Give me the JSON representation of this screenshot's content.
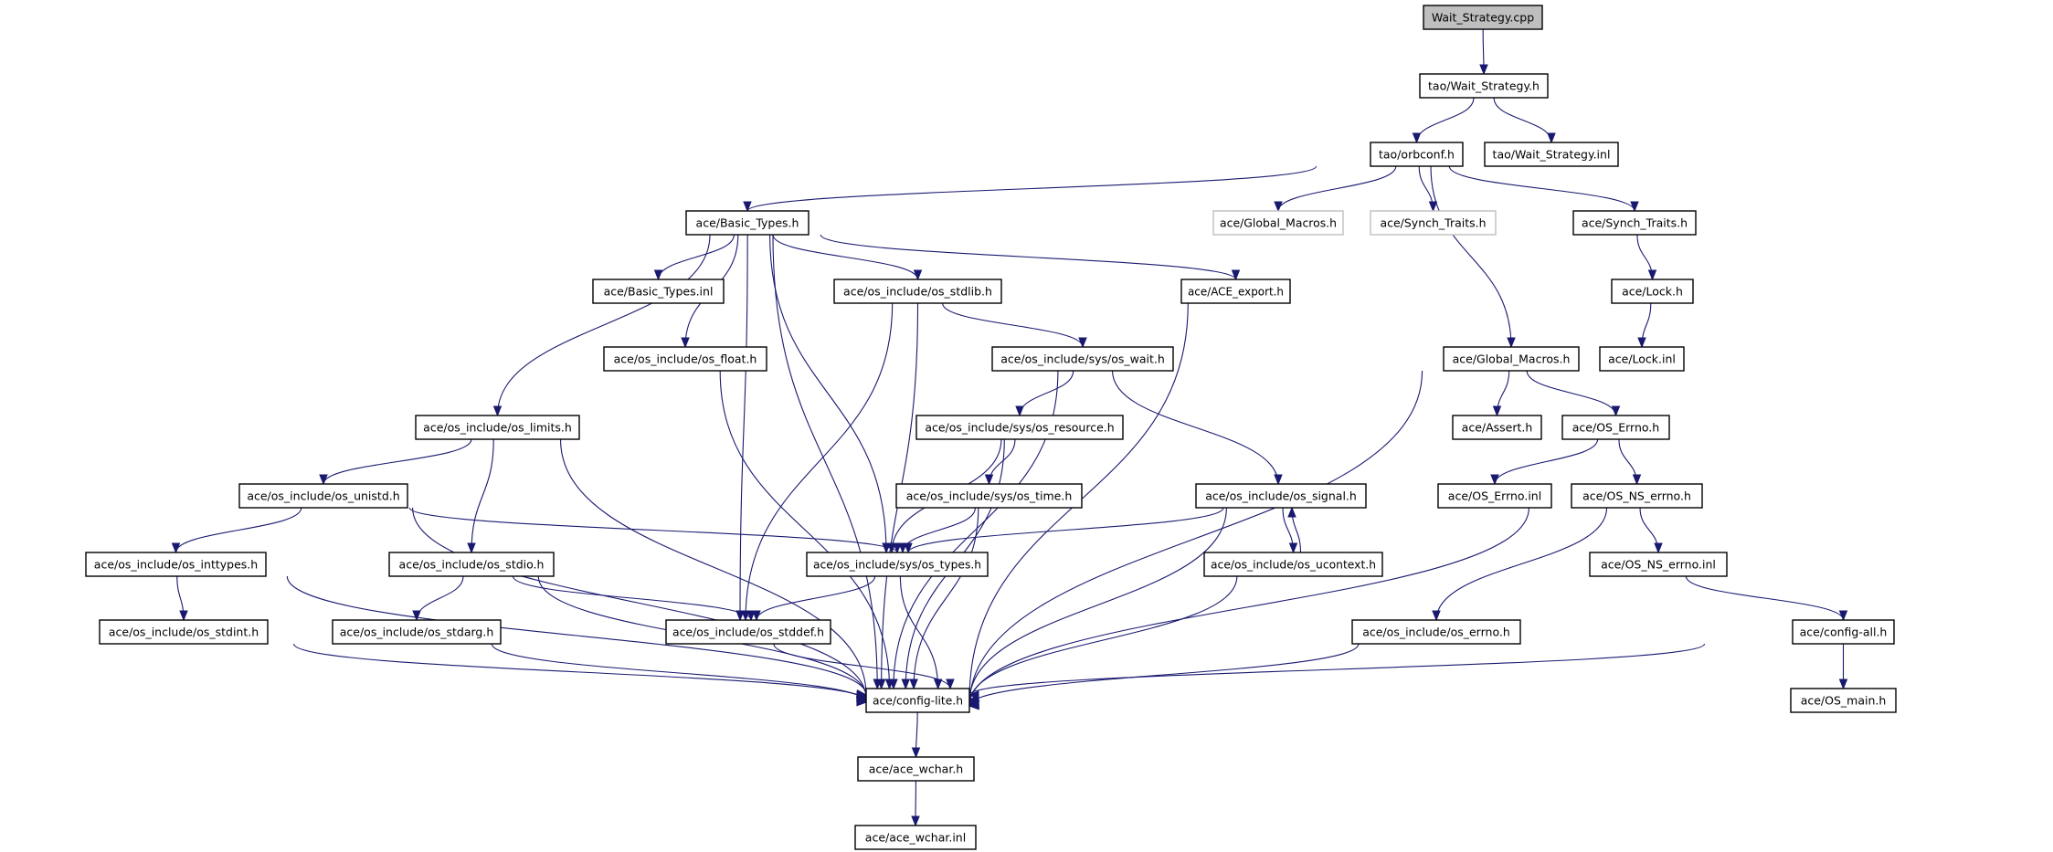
{
  "diagram": {
    "title": "Include dependency graph for Wait_Strategy.cpp",
    "colors": {
      "edge": "#191970",
      "node_border": "#000000",
      "root_fill": "#bfbfbf",
      "external_border": "#bfbfbf",
      "background": "#ffffff"
    },
    "nodes": [
      {
        "id": "n0",
        "label": "Wait_Strategy.cpp",
        "kind": "root"
      },
      {
        "id": "n1",
        "label": "tao/Wait_Strategy.h",
        "kind": "normal"
      },
      {
        "id": "n2",
        "label": "tao/orbconf.h",
        "kind": "normal"
      },
      {
        "id": "n3",
        "label": "tao/Wait_Strategy.inl",
        "kind": "normal"
      },
      {
        "id": "n4",
        "label": "ace/Basic_Types.h",
        "kind": "normal"
      },
      {
        "id": "n5",
        "label": "ace/Global_Macros.h",
        "kind": "external"
      },
      {
        "id": "n6",
        "label": "ace/Synch_Traits.h",
        "kind": "external"
      },
      {
        "id": "n7",
        "label": "ace/Synch_Traits.h",
        "kind": "normal"
      },
      {
        "id": "n8",
        "label": "ace/Basic_Types.inl",
        "kind": "normal"
      },
      {
        "id": "n9",
        "label": "ace/os_include/os_stdlib.h",
        "kind": "normal"
      },
      {
        "id": "n10",
        "label": "ace/ACE_export.h",
        "kind": "normal"
      },
      {
        "id": "n11",
        "label": "ace/Lock.h",
        "kind": "normal"
      },
      {
        "id": "n12",
        "label": "ace/os_include/os_float.h",
        "kind": "normal"
      },
      {
        "id": "n13",
        "label": "ace/os_include/sys/os_wait.h",
        "kind": "normal"
      },
      {
        "id": "n14",
        "label": "ace/Global_Macros.h",
        "kind": "normal"
      },
      {
        "id": "n15",
        "label": "ace/Lock.inl",
        "kind": "normal"
      },
      {
        "id": "n16",
        "label": "ace/os_include/os_limits.h",
        "kind": "normal"
      },
      {
        "id": "n17",
        "label": "ace/os_include/sys/os_resource.h",
        "kind": "normal"
      },
      {
        "id": "n18",
        "label": "ace/Assert.h",
        "kind": "normal"
      },
      {
        "id": "n19",
        "label": "ace/OS_Errno.h",
        "kind": "normal"
      },
      {
        "id": "n20",
        "label": "ace/os_include/os_unistd.h",
        "kind": "normal"
      },
      {
        "id": "n21",
        "label": "ace/os_include/sys/os_time.h",
        "kind": "normal"
      },
      {
        "id": "n22",
        "label": "ace/os_include/os_signal.h",
        "kind": "normal"
      },
      {
        "id": "n23",
        "label": "ace/OS_Errno.inl",
        "kind": "normal"
      },
      {
        "id": "n24",
        "label": "ace/OS_NS_errno.h",
        "kind": "normal"
      },
      {
        "id": "n25",
        "label": "ace/os_include/os_inttypes.h",
        "kind": "normal"
      },
      {
        "id": "n26",
        "label": "ace/os_include/os_stdio.h",
        "kind": "normal"
      },
      {
        "id": "n27",
        "label": "ace/os_include/sys/os_types.h",
        "kind": "normal"
      },
      {
        "id": "n28",
        "label": "ace/os_include/os_ucontext.h",
        "kind": "normal"
      },
      {
        "id": "n29",
        "label": "ace/OS_NS_errno.inl",
        "kind": "normal"
      },
      {
        "id": "n30",
        "label": "ace/os_include/os_stdint.h",
        "kind": "normal"
      },
      {
        "id": "n31",
        "label": "ace/os_include/os_stdarg.h",
        "kind": "normal"
      },
      {
        "id": "n32",
        "label": "ace/os_include/os_stddef.h",
        "kind": "normal"
      },
      {
        "id": "n33",
        "label": "ace/os_include/os_errno.h",
        "kind": "normal"
      },
      {
        "id": "n34",
        "label": "ace/config-all.h",
        "kind": "normal"
      },
      {
        "id": "n35",
        "label": "ace/config-lite.h",
        "kind": "normal"
      },
      {
        "id": "n36",
        "label": "ace/OS_main.h",
        "kind": "normal"
      },
      {
        "id": "n37",
        "label": "ace/ace_wchar.h",
        "kind": "normal"
      },
      {
        "id": "n38",
        "label": "ace/ace_wchar.inl",
        "kind": "normal"
      }
    ],
    "edges": [
      [
        "n0",
        "n1"
      ],
      [
        "n1",
        "n2"
      ],
      [
        "n1",
        "n3"
      ],
      [
        "n2",
        "n4"
      ],
      [
        "n2",
        "n5"
      ],
      [
        "n2",
        "n6"
      ],
      [
        "n2",
        "n7"
      ],
      [
        "n2",
        "n14"
      ],
      [
        "n4",
        "n8"
      ],
      [
        "n4",
        "n9"
      ],
      [
        "n4",
        "n10"
      ],
      [
        "n4",
        "n12"
      ],
      [
        "n4",
        "n16"
      ],
      [
        "n4",
        "n27"
      ],
      [
        "n4",
        "n32"
      ],
      [
        "n4",
        "n35"
      ],
      [
        "n7",
        "n11"
      ],
      [
        "n11",
        "n15"
      ],
      [
        "n9",
        "n13"
      ],
      [
        "n9",
        "n32"
      ],
      [
        "n9",
        "n35"
      ],
      [
        "n10",
        "n35"
      ],
      [
        "n12",
        "n35"
      ],
      [
        "n13",
        "n17"
      ],
      [
        "n13",
        "n22"
      ],
      [
        "n13",
        "n35"
      ],
      [
        "n14",
        "n18"
      ],
      [
        "n14",
        "n19"
      ],
      [
        "n14",
        "n35"
      ],
      [
        "n16",
        "n20"
      ],
      [
        "n16",
        "n26"
      ],
      [
        "n16",
        "n35"
      ],
      [
        "n17",
        "n21"
      ],
      [
        "n17",
        "n27"
      ],
      [
        "n17",
        "n35"
      ],
      [
        "n19",
        "n23"
      ],
      [
        "n19",
        "n24"
      ],
      [
        "n20",
        "n25"
      ],
      [
        "n20",
        "n27"
      ],
      [
        "n20",
        "n35"
      ],
      [
        "n21",
        "n27"
      ],
      [
        "n21",
        "n35"
      ],
      [
        "n22",
        "n27"
      ],
      [
        "n22",
        "n28"
      ],
      [
        "n22",
        "n35"
      ],
      [
        "n28",
        "n22"
      ],
      [
        "n28",
        "n35"
      ],
      [
        "n24",
        "n29"
      ],
      [
        "n24",
        "n33"
      ],
      [
        "n24",
        "n35"
      ],
      [
        "n29",
        "n34"
      ],
      [
        "n25",
        "n30"
      ],
      [
        "n25",
        "n35"
      ],
      [
        "n26",
        "n31"
      ],
      [
        "n26",
        "n32"
      ],
      [
        "n26",
        "n35"
      ],
      [
        "n27",
        "n32"
      ],
      [
        "n27",
        "n35"
      ],
      [
        "n30",
        "n35"
      ],
      [
        "n31",
        "n35"
      ],
      [
        "n32",
        "n35"
      ],
      [
        "n33",
        "n35"
      ],
      [
        "n34",
        "n35"
      ],
      [
        "n34",
        "n36"
      ],
      [
        "n35",
        "n37"
      ],
      [
        "n37",
        "n38"
      ]
    ]
  }
}
